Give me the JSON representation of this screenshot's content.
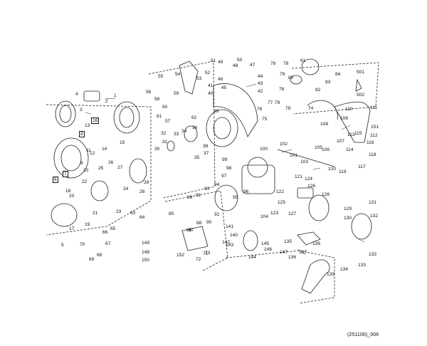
{
  "diagram_code": "(251106)_006",
  "part_callouts": [
    "1",
    "2",
    "3",
    "4",
    "5",
    "6",
    "7",
    "8",
    "9",
    "10",
    "11",
    "12",
    "13",
    "14",
    "15",
    "16",
    "17",
    "18",
    "19",
    "20",
    "21",
    "22",
    "23",
    "24",
    "25",
    "26",
    "27",
    "28",
    "29",
    "30",
    "31",
    "32",
    "33",
    "34",
    "35",
    "36",
    "37",
    "38",
    "39",
    "40",
    "41",
    "42",
    "43",
    "44",
    "45",
    "46",
    "47",
    "48",
    "49",
    "50",
    "51",
    "52",
    "53",
    "54",
    "55",
    "56",
    "57",
    "58",
    "59",
    "60",
    "61",
    "62",
    "63",
    "64",
    "65",
    "66",
    "67",
    "68",
    "69",
    "70",
    "71",
    "72",
    "73",
    "74",
    "75",
    "76",
    "77",
    "78",
    "79",
    "80",
    "81",
    "82",
    "83",
    "84",
    "85",
    "86",
    "87",
    "88",
    "89",
    "90",
    "91",
    "92",
    "93",
    "94",
    "95",
    "96",
    "97",
    "98",
    "99",
    "100",
    "101",
    "102",
    "103",
    "104",
    "105",
    "106",
    "107",
    "108",
    "109",
    "110",
    "111",
    "112",
    "113",
    "114",
    "115",
    "116",
    "117",
    "118",
    "119",
    "120",
    "121",
    "122",
    "123",
    "124",
    "125",
    "126",
    "127",
    "128",
    "129",
    "130",
    "131",
    "132",
    "133",
    "134",
    "135",
    "136",
    "137",
    "138",
    "139",
    "140",
    "141",
    "142",
    "143",
    "144",
    "145",
    "146",
    "147",
    "148",
    "149",
    "150",
    "151",
    "152",
    "501",
    "502"
  ]
}
